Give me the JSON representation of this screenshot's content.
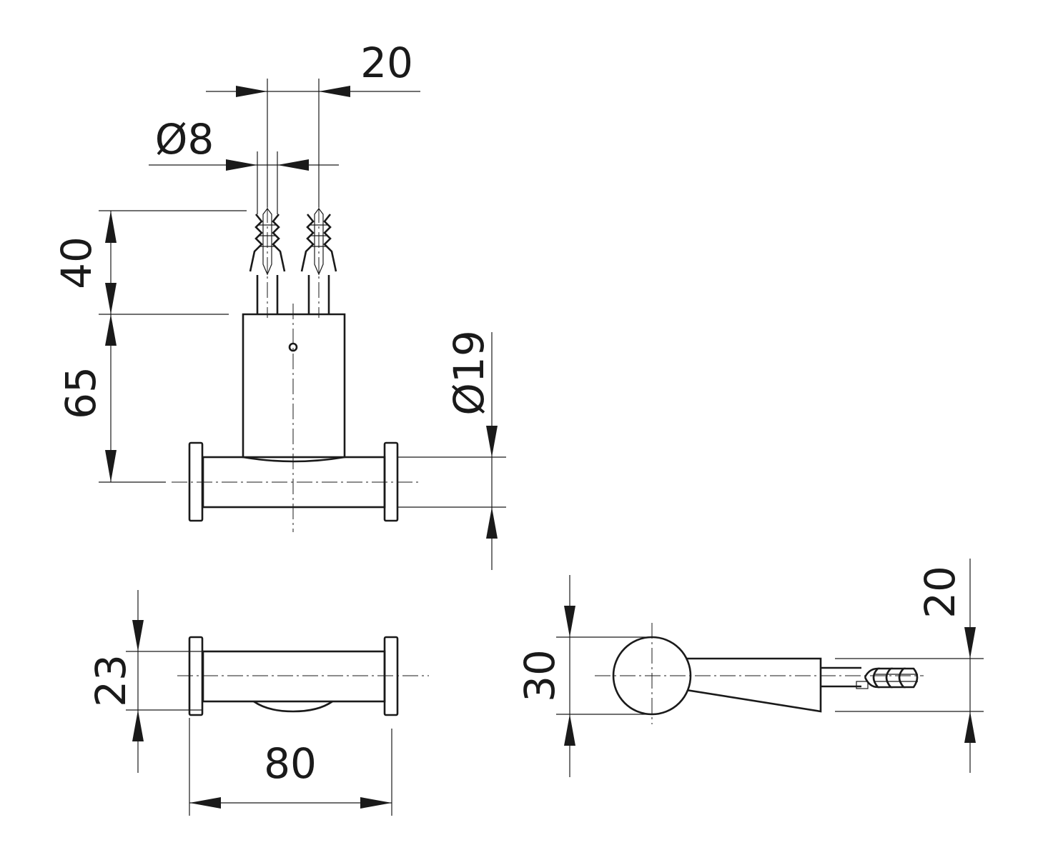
{
  "dimensions": {
    "top_spacing": "20",
    "dowel_diameter": "Ø8",
    "plug_length": "40",
    "body_height": "65",
    "bar_diameter": "Ø19",
    "bottom_depth": "23",
    "bottom_width": "80",
    "side_height": "30",
    "side_offset": "20"
  }
}
